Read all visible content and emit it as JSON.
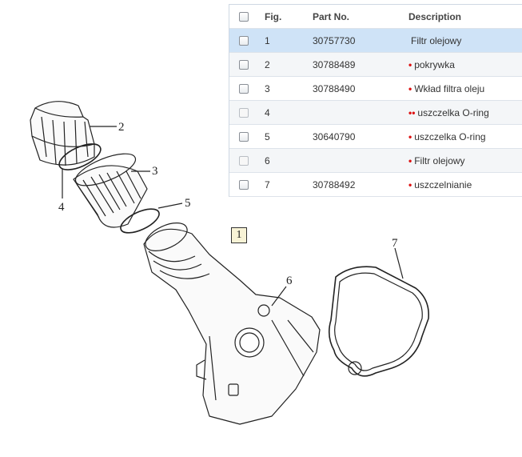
{
  "table": {
    "headers": {
      "fig": "Fig.",
      "part_no": "Part No.",
      "description": "Description"
    },
    "rows": [
      {
        "fig": "1",
        "part_no": "30757730",
        "bullet": "",
        "description": "Filtr olejowy",
        "checkbox_enabled": true,
        "selected": true
      },
      {
        "fig": "2",
        "part_no": "30788489",
        "bullet": "•",
        "description": "pokrywka",
        "checkbox_enabled": true,
        "selected": false
      },
      {
        "fig": "3",
        "part_no": "30788490",
        "bullet": "•",
        "description": "Wkład filtra oleju",
        "checkbox_enabled": true,
        "selected": false
      },
      {
        "fig": "4",
        "part_no": "",
        "bullet": "••",
        "description": "uszczelka O-ring",
        "checkbox_enabled": false,
        "selected": false
      },
      {
        "fig": "5",
        "part_no": "30640790",
        "bullet": "•",
        "description": "uszczelka O-ring",
        "checkbox_enabled": true,
        "selected": false
      },
      {
        "fig": "6",
        "part_no": "",
        "bullet": "•",
        "description": "Filtr olejowy",
        "checkbox_enabled": false,
        "selected": false
      },
      {
        "fig": "7",
        "part_no": "30788492",
        "bullet": "•",
        "description": "uszczelnianie",
        "checkbox_enabled": true,
        "selected": false
      }
    ]
  },
  "diagram": {
    "reference_box": "1",
    "callouts": {
      "c2": "2",
      "c3": "3",
      "c4": "4",
      "c5": "5",
      "c6": "6",
      "c7": "7"
    }
  },
  "colors": {
    "selected_row": "#cfe3f7",
    "bullet": "#dd1111"
  }
}
